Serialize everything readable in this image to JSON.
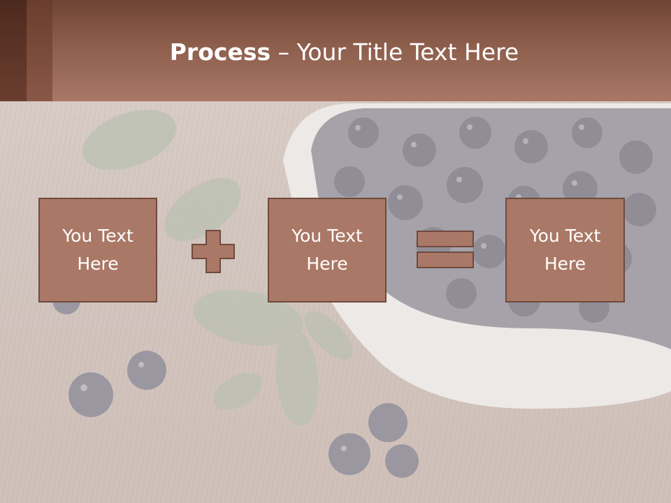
{
  "title": {
    "bold": "Process",
    "rest": " – Your Title Text Here"
  },
  "boxes": [
    {
      "text": "You Text\nHere"
    },
    {
      "text": "You Text\nHere"
    },
    {
      "text": "You Text\nHere"
    }
  ],
  "operators": [
    "plus",
    "equals"
  ],
  "colors": {
    "title_bar": "#8d5e4c",
    "box_fill": "#aa7866",
    "box_border": "#6f4a3e",
    "operator_fill": "#aa7866"
  }
}
